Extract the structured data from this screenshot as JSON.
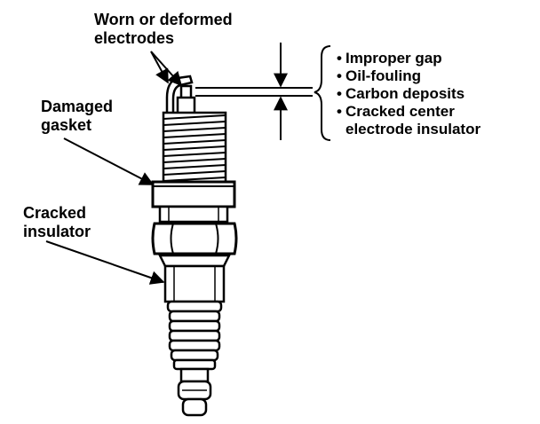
{
  "labels": {
    "electrodes": [
      "Worn or deformed",
      "electrodes"
    ],
    "gasket": [
      "Damaged",
      "gasket"
    ],
    "insulator": [
      "Cracked",
      "insulator"
    ]
  },
  "gap_causes": {
    "bullet": "•",
    "items": [
      {
        "line1": "Improper gap"
      },
      {
        "line1": "Oil-fouling"
      },
      {
        "line1": "Carbon deposits"
      },
      {
        "line1": "Cracked center",
        "line2": "electrode insulator"
      }
    ]
  }
}
